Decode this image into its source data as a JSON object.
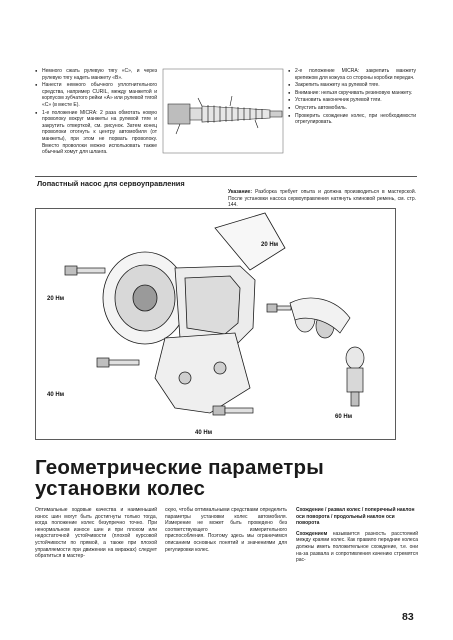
{
  "left_column": {
    "items": [
      "Немного сжать рулевую тягу «C», и через рулевую тягу надеть манжету «B».",
      "Нанести немного обычного уплотнительного средства, например CURIL, между манжетой и корпусом зубчатого рейки «A» или рулевой тягой «C» (в месте E).",
      "1-е положение MICRA: 2 раза обмотать новую проволоку вокруг манжеты на рулевой тяге и закрутить отверткой, см. рисунок. Затем конец проволоки отогнуть к центру автомобиля (от манжеты), при этом не порвать проволоку. Вместо проволоки можно использовать также обычный хомут для шланга."
    ]
  },
  "right_column": {
    "items": [
      "2-е положение MICRA: закрепить манжету крепежом для кожуха со стороны коробки передач.",
      "Закрепить манжету на рулевой тяге.",
      "Внимание: нельзя скручивать резиновую манжету.",
      "Установить наконечник рулевой тяги.",
      "Опустить автомобиль.",
      "Проверить схождение колес, при необходимости отрегулировать."
    ]
  },
  "section": {
    "title": "Лопастный насос для сервоуправления"
  },
  "note": {
    "label": "Указание:",
    "text": "Разборка требует опыта и должна производиться в мастерской. После установки насоса сервоуправления натянуть клиновой ремень, см. стр. 144."
  },
  "figure": {
    "torque_labels": [
      "20 Нм",
      "20 Нм",
      "40 Нм",
      "40 Нм",
      "60 Нм"
    ]
  },
  "chapter": {
    "title": "Геометрические параметры установки колес"
  },
  "bottom": {
    "col1": "Оптимальные ходовые качества и наименьший износ шин могут быть достигнуты только тогда, когда положение колес безупречно точно. При ненормальном износе шин и при плохом или недостаточной устойчивости (плохой курсовой устойчивости по прямой, а также при плохой управляемости при движении на виражах) следует обратиться в мастер-",
    "col2": "скую, чтобы оптимальными средствами определить параметры установки колес автомобиля. Измерение не может быть проведено без соответствующего измерительного приспособления. Поэтому здесь мы ограничимся описанием основных понятий и значениями для регулировки колес.",
    "col3_heading": "Схождение / развал колес / поперечный наклон оси поворота / продольный наклон оси поворота",
    "col3_label": "Схождением",
    "col3_text": "называется разность расстояний между краями колес. Как правило передние колеса должны иметь положительное схождение, т.е. они на-за развала и сопротивления качению стремятся рас-"
  },
  "page_number": "83"
}
